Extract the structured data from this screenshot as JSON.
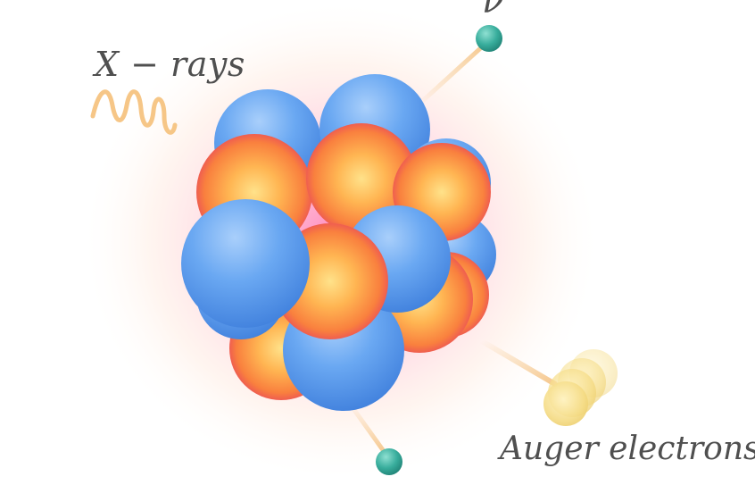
{
  "labels": {
    "xray": "X − rays",
    "auger": "Auger electrons",
    "neutrino": "ν"
  },
  "colors": {
    "proton": "#f0663c",
    "neutron": "#5d9df0",
    "electron": "#38ad9c",
    "auger_cluster": "#f5dc86",
    "xray_wave": "#f5c07a",
    "glow": "#ff9bc0",
    "track": "#f5c486"
  },
  "icons": {
    "nucleus": "atomic-nucleus-icon",
    "xray_wave": "wavy-line-icon",
    "electron": "particle-dot-icon",
    "auger_cluster": "particle-cluster-icon"
  }
}
